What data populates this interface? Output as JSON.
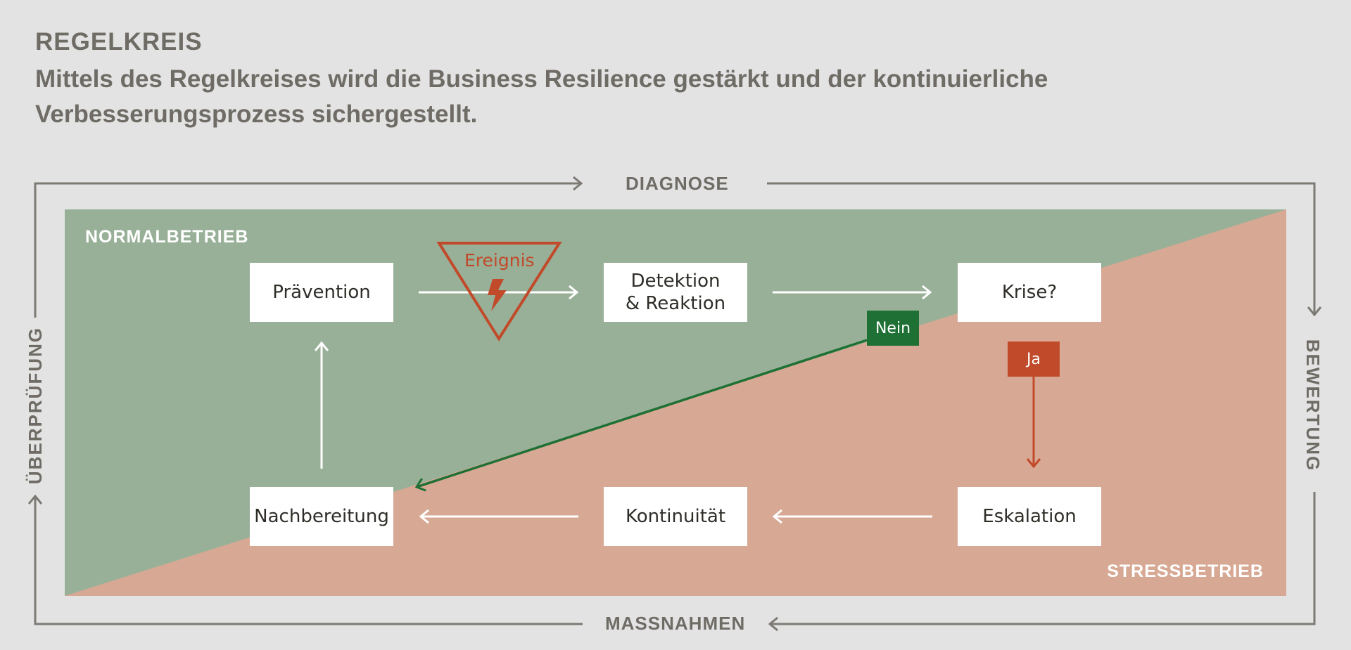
{
  "header": {
    "kicker": "REGELKREIS",
    "subtitle": "Mittels des Regelkreises wird die Business Resilience gestärkt und der kontinuierliche Verbesserungsprozess sichergestellt."
  },
  "loop_labels": {
    "top": "DIAGNOSE",
    "right": "BEWERTUNG",
    "bottom": "MASSNAHMEN",
    "left": "ÜBERPRÜFUNG"
  },
  "zones": {
    "normal": "NORMALBETRIEB",
    "stress": "STRESSBETRIEB"
  },
  "nodes": {
    "praevention": "Prävention",
    "detektion": "Detektion & Reaktion",
    "krise": "Krise?",
    "eskalation": "Eskalation",
    "kontinuitaet": "Kontinuität",
    "nachbereitung": "Nachbereitung"
  },
  "event": {
    "label": "Ereignis",
    "icon": "lightning-bolt-icon"
  },
  "decisions": {
    "no": "Nein",
    "yes": "Ja"
  },
  "colors": {
    "background": "#e3e3e3",
    "normal_zone": "#98b097",
    "stress_zone": "#d7a994",
    "no_branch": "#1f7035",
    "yes_branch": "#c14a2a",
    "frame": "#7d7a74"
  }
}
